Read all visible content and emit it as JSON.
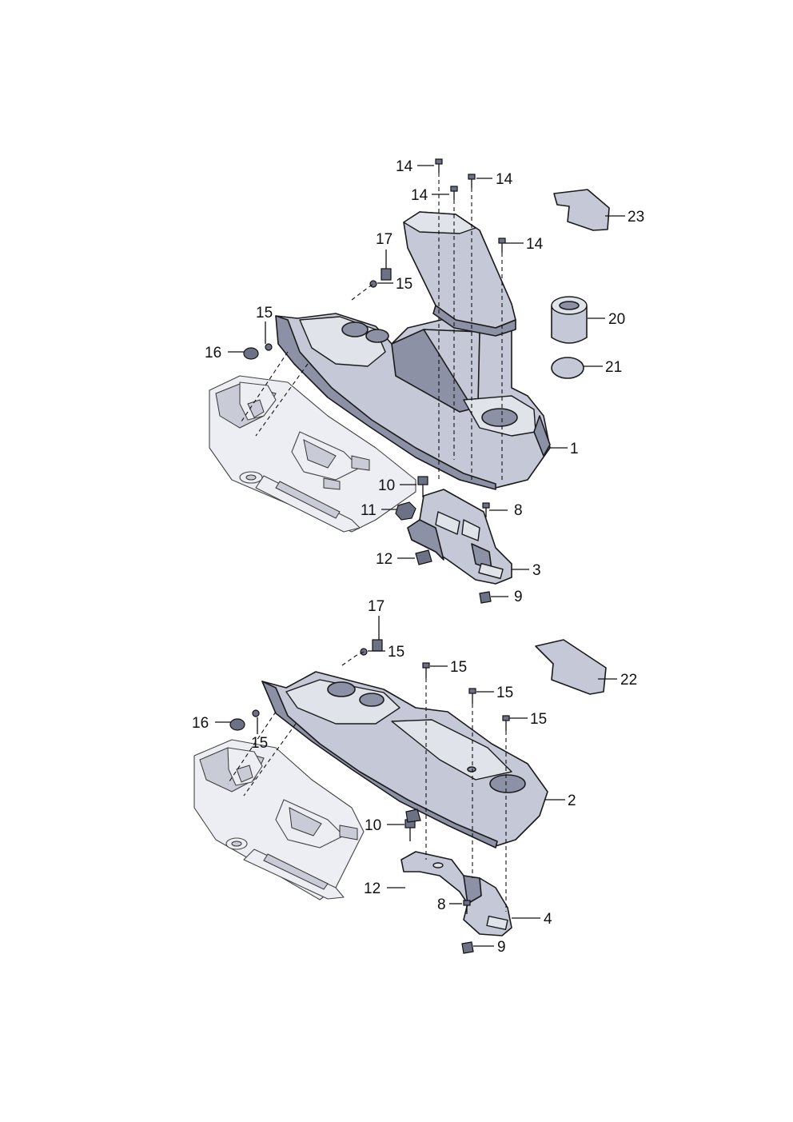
{
  "diagram": {
    "upper_assembly": {
      "callouts": [
        {
          "id": "c14a",
          "text": "14"
        },
        {
          "id": "c14b",
          "text": "14"
        },
        {
          "id": "c14c",
          "text": "14"
        },
        {
          "id": "c14d",
          "text": "14"
        },
        {
          "id": "c23",
          "text": "23"
        },
        {
          "id": "c17",
          "text": "17"
        },
        {
          "id": "c15a",
          "text": "15"
        },
        {
          "id": "c15b",
          "text": "15"
        },
        {
          "id": "c16",
          "text": "16"
        },
        {
          "id": "c20",
          "text": "20"
        },
        {
          "id": "c21",
          "text": "21"
        },
        {
          "id": "c1",
          "text": "1"
        },
        {
          "id": "c10",
          "text": "10"
        },
        {
          "id": "c11",
          "text": "11"
        },
        {
          "id": "c8",
          "text": "8"
        },
        {
          "id": "c12",
          "text": "12"
        },
        {
          "id": "c3",
          "text": "3"
        },
        {
          "id": "c9",
          "text": "9"
        }
      ]
    },
    "lower_assembly": {
      "callouts": [
        {
          "id": "d17",
          "text": "17"
        },
        {
          "id": "d15a",
          "text": "15"
        },
        {
          "id": "d15b",
          "text": "15"
        },
        {
          "id": "d15c",
          "text": "15"
        },
        {
          "id": "d15d",
          "text": "15"
        },
        {
          "id": "d22",
          "text": "22"
        },
        {
          "id": "d16",
          "text": "16"
        },
        {
          "id": "d15e",
          "text": "15"
        },
        {
          "id": "d2",
          "text": "2"
        },
        {
          "id": "d10",
          "text": "10"
        },
        {
          "id": "d12",
          "text": "12"
        },
        {
          "id": "d8",
          "text": "8"
        },
        {
          "id": "d4",
          "text": "4"
        },
        {
          "id": "d9",
          "text": "9"
        }
      ]
    },
    "colors": {
      "part_fill": "#c5c8d6",
      "part_shadow": "#8c91a6",
      "outline": "#1a1a1a",
      "background": "#ffffff"
    }
  }
}
